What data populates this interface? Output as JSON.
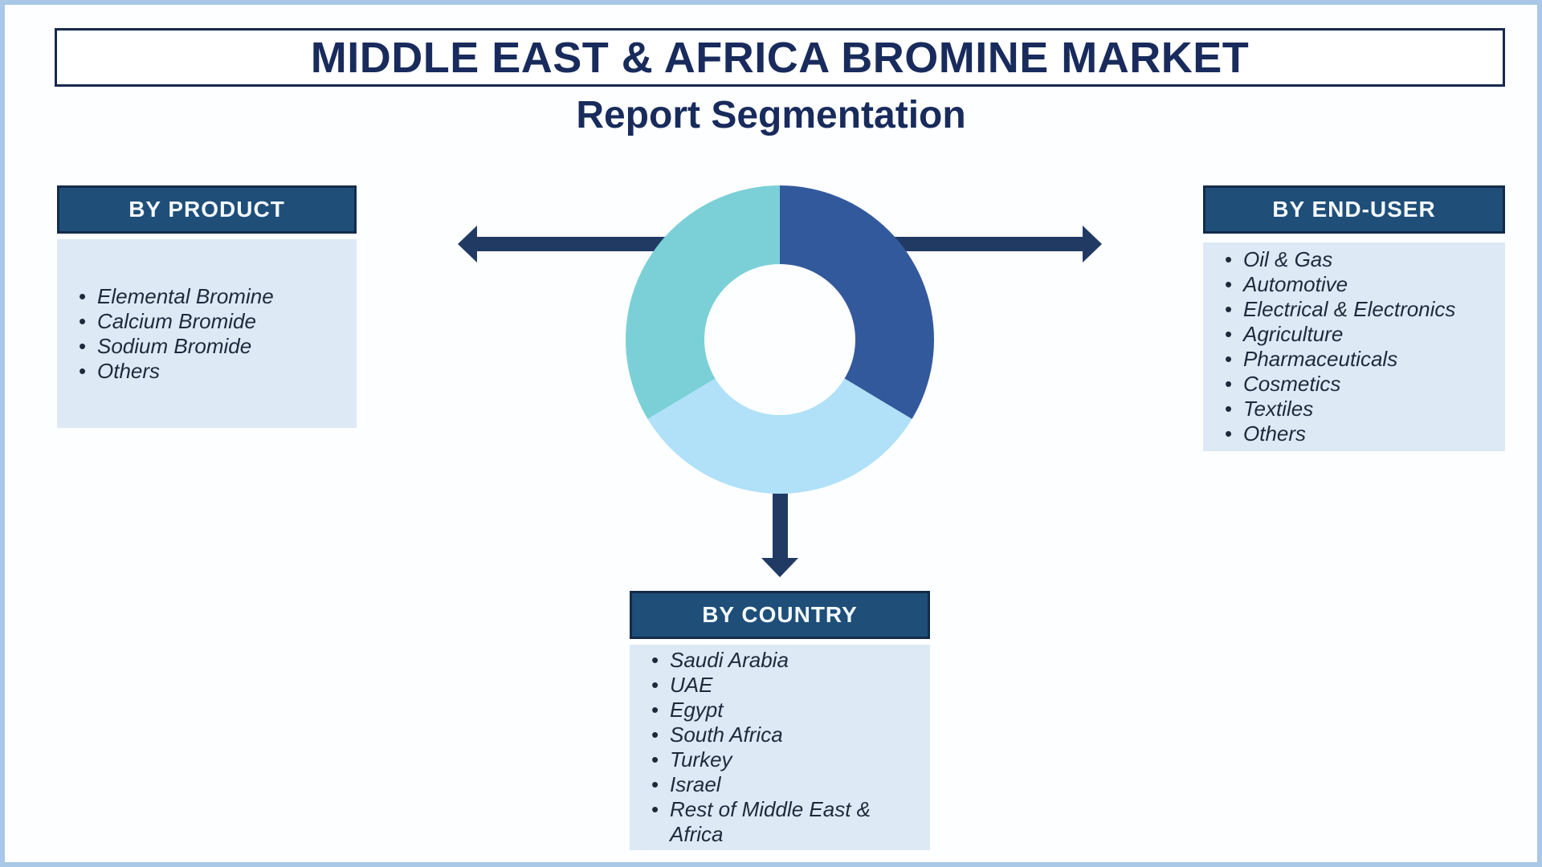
{
  "page": {
    "title": "MIDDLE EAST & AFRICA BROMINE MARKET",
    "subtitle": "Report Segmentation"
  },
  "colors": {
    "page_border": "#a9c7e6",
    "navy_border": "#16294f",
    "title_text": "#182b5c",
    "header_fill": "#1f4e79",
    "header_border": "#132c49",
    "header_text": "#f4f9fd",
    "list_background": "#dde9f5",
    "list_text": "#1e2a3a",
    "arrow": "#203a64"
  },
  "sections": {
    "product": {
      "header": "BY PRODUCT",
      "items": [
        "Elemental Bromine",
        "Calcium Bromide",
        "Sodium Bromide",
        "Others"
      ]
    },
    "end_user": {
      "header": "BY END-USER",
      "items": [
        "Oil & Gas",
        "Automotive",
        "Electrical & Electronics",
        "Agriculture",
        "Pharmaceuticals",
        "Cosmetics",
        "Textiles",
        "Others"
      ]
    },
    "country": {
      "header": "BY COUNTRY",
      "items": [
        "Saudi Arabia",
        "UAE",
        "Egypt",
        "South Africa",
        "Turkey",
        "Israel",
        "Rest of Middle East & Africa"
      ]
    }
  },
  "chart_data": {
    "type": "pie",
    "subtype": "donut",
    "title": "Report Segmentation",
    "legend": false,
    "data_labels": false,
    "start_angle_deg": 0,
    "direction": "clockwise",
    "inner_radius_ratio": 0.49,
    "segments": [
      {
        "label": "segment-1",
        "color": "#33599d",
        "angle_deg": 121,
        "percent": 33.6
      },
      {
        "label": "segment-2",
        "color": "#b0e1f8",
        "angle_deg": 118,
        "percent": 32.8
      },
      {
        "label": "segment-3",
        "color": "#7bd0d7",
        "angle_deg": 121,
        "percent": 33.6
      }
    ]
  }
}
